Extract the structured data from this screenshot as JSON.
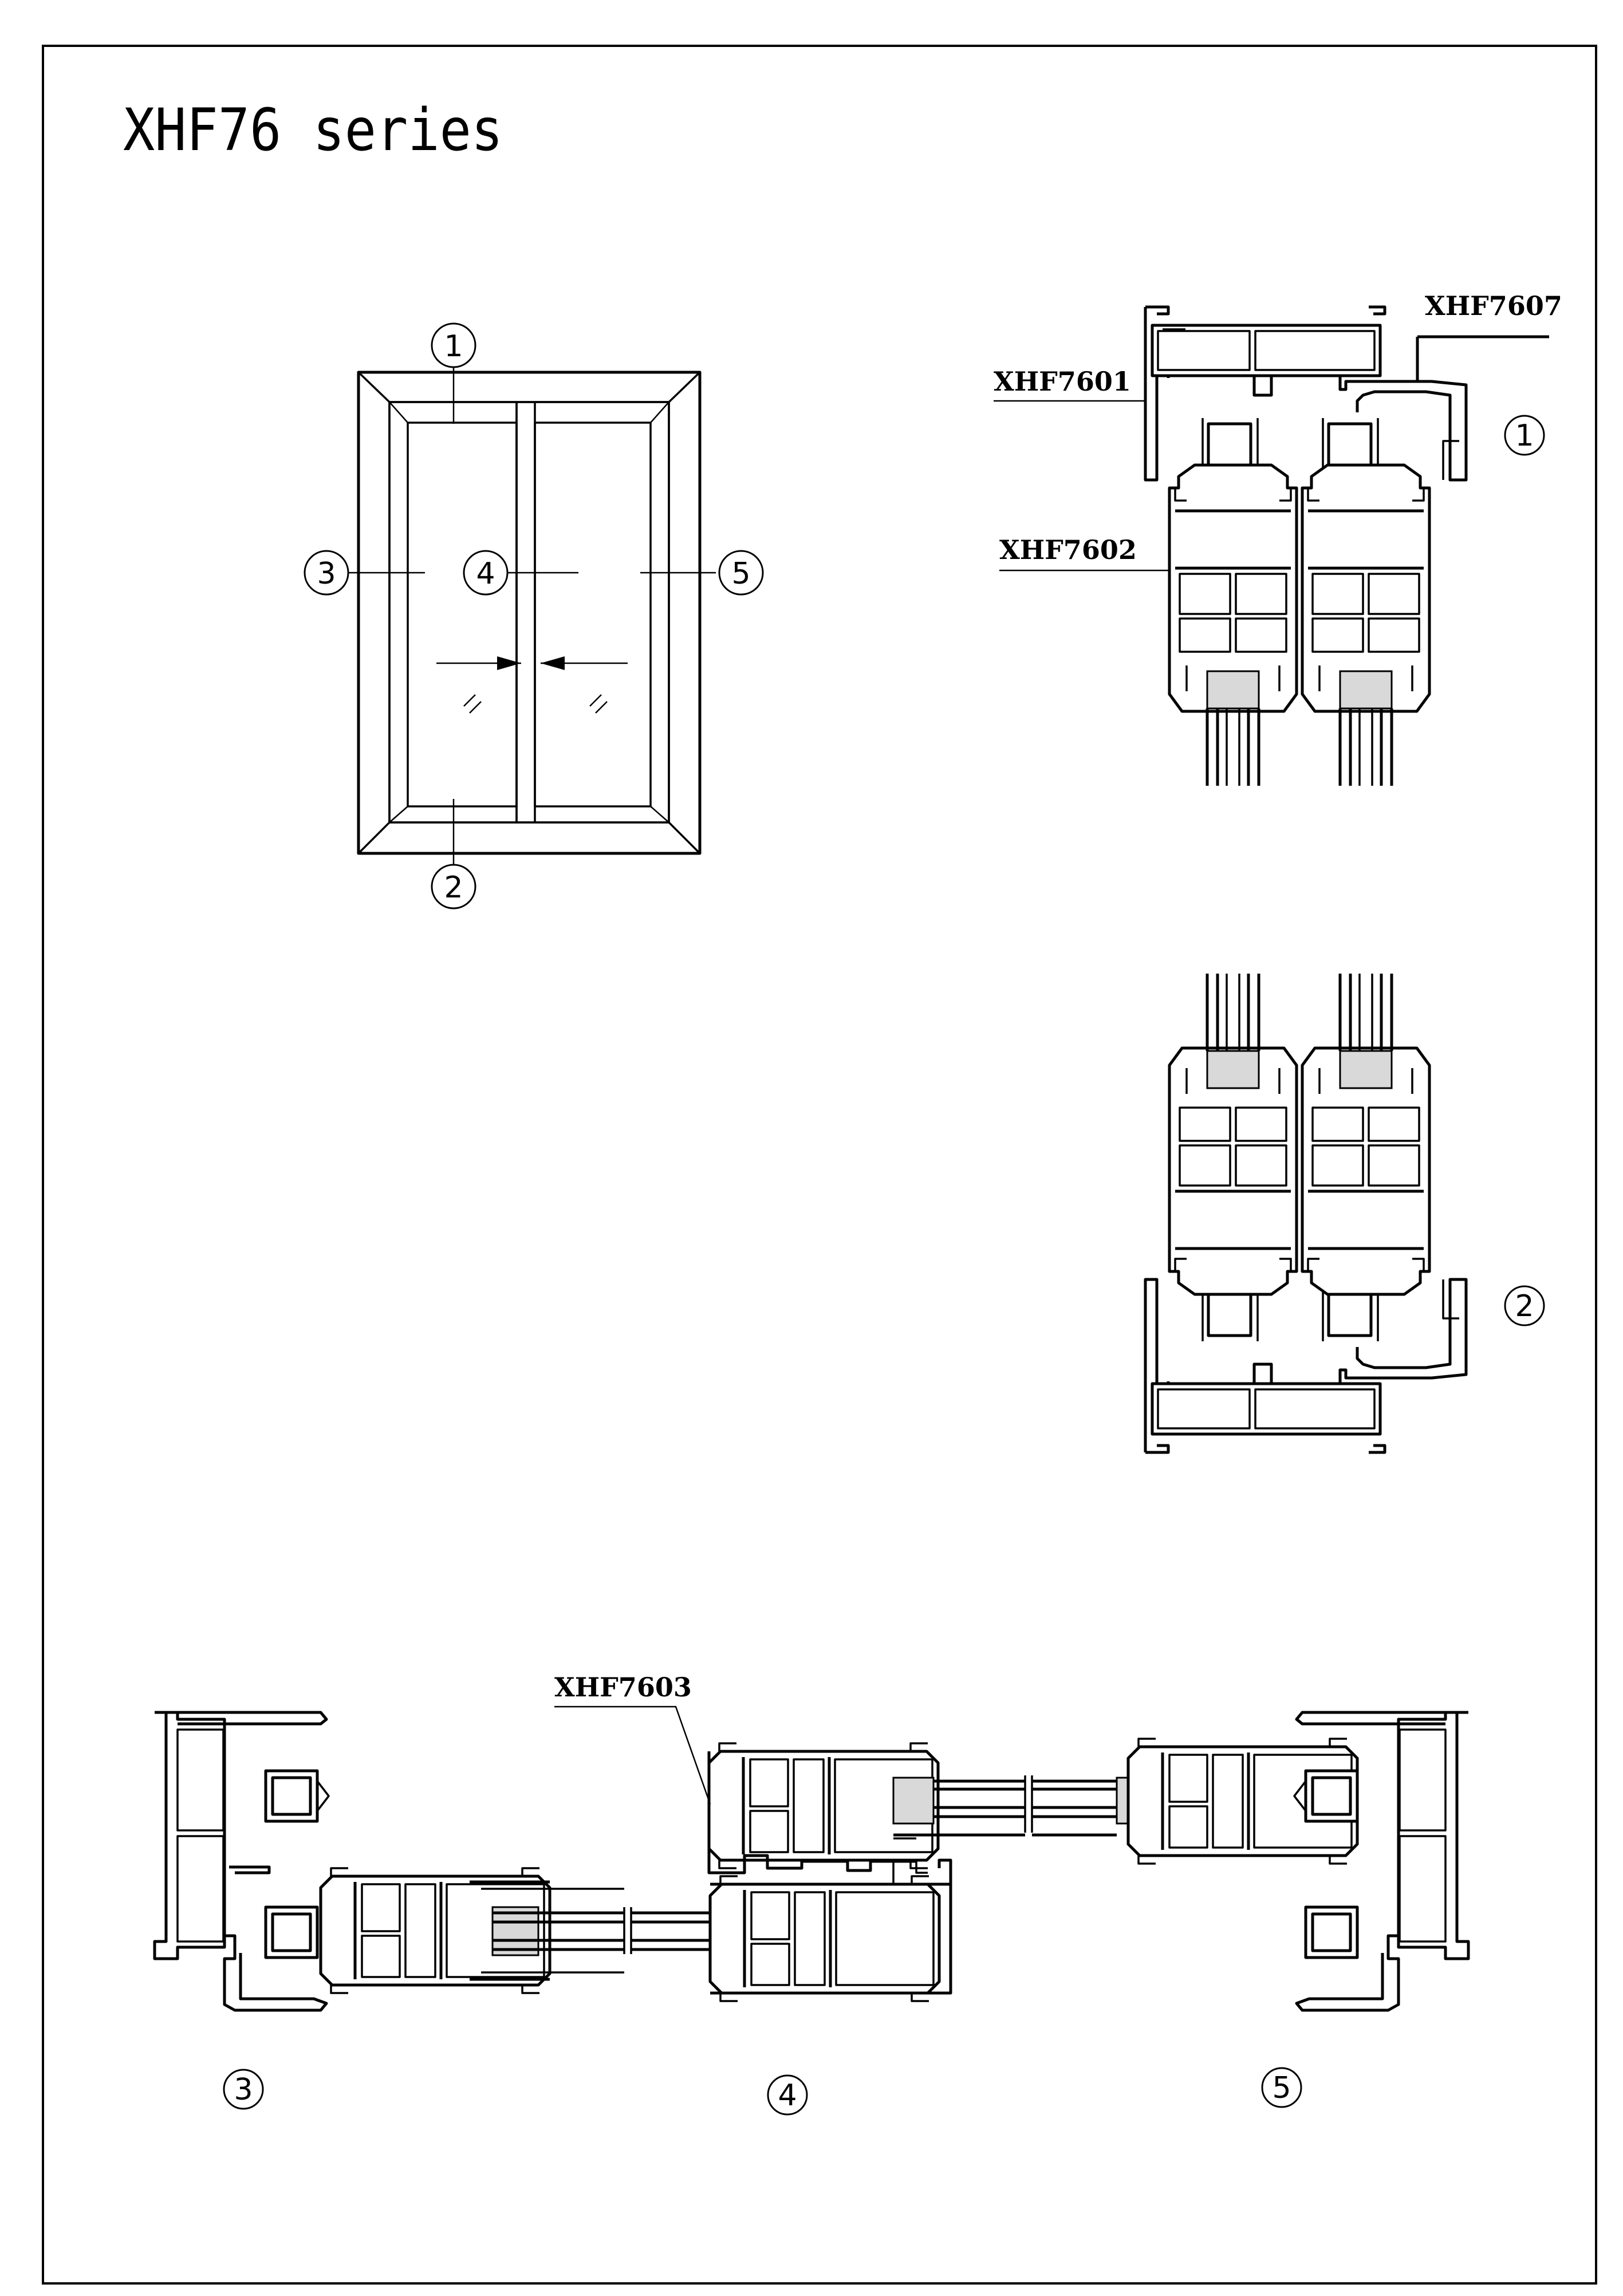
{
  "title": "XHF76 series",
  "labels": {
    "profile_1": "XHF7607",
    "profile_2": "XHF7601",
    "profile_3": "XHF7602",
    "profile_4": "XHF7603"
  },
  "markers": {
    "elev_top": "1",
    "elev_bottom": "2",
    "elev_left": "3",
    "elev_mid": "4",
    "elev_right": "5",
    "sec_top": "1",
    "sec_bottom": "2",
    "sec_left": "3",
    "sec_mid": "4",
    "sec_right": "5"
  }
}
